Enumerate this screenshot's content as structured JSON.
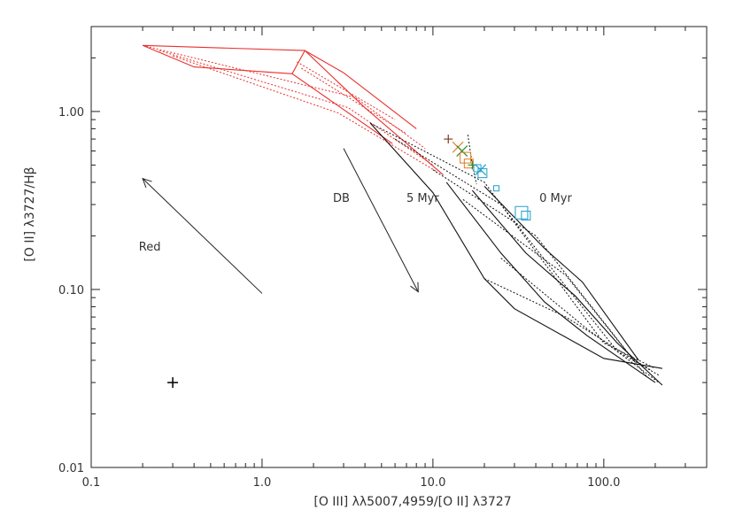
{
  "chart_data": {
    "type": "scatter",
    "xlabel": "[O III] λλ5007,4959/[O II] λ3727",
    "ylabel": "[O II] λ3727/Hβ",
    "xscale": "log",
    "yscale": "log",
    "xlim": [
      0.1,
      400
    ],
    "ylim": [
      0.01,
      3
    ],
    "x_ticks": [
      0.1,
      1.0,
      10.0,
      100.0
    ],
    "x_tick_labels": [
      "0.1",
      "1.0",
      "10.0",
      "100.0"
    ],
    "y_ticks": [
      0.01,
      0.1,
      1.0
    ],
    "y_tick_labels": [
      "0.01",
      "0.10",
      "1.00"
    ],
    "grid": false,
    "annotations": [
      {
        "key": "red",
        "text": "Red",
        "x": 0.19,
        "y": 0.165
      },
      {
        "key": "db",
        "text": "DB",
        "x": 2.6,
        "y": 0.31
      },
      {
        "key": "five_myr",
        "text": "5 Myr",
        "x": 7.0,
        "y": 0.31
      },
      {
        "key": "zero_myr",
        "text": "0 Myr",
        "x": 42,
        "y": 0.31
      }
    ],
    "arrows": [
      {
        "key": "red-vector",
        "from": [
          1.0,
          0.095
        ],
        "to": [
          0.2,
          0.42
        ]
      },
      {
        "key": "db-vector",
        "from": [
          3.0,
          0.62
        ],
        "to": [
          8.2,
          0.097
        ]
      }
    ],
    "error_marker": {
      "x": 0.3,
      "y": 0.03
    },
    "model_grids": [
      {
        "name": "red-grid",
        "color": "#e8302c",
        "solid_tracks": [
          [
            [
              0.2,
              2.35
            ],
            [
              1.78,
              2.2
            ],
            [
              4.0,
              1.05
            ],
            [
              11.5,
              0.44
            ]
          ],
          [
            [
              0.2,
              2.35
            ],
            [
              0.4,
              1.78
            ],
            [
              1.5,
              1.63
            ],
            [
              5.8,
              0.66
            ]
          ],
          [
            [
              1.5,
              1.63
            ],
            [
              1.78,
              2.2
            ],
            [
              3.0,
              1.65
            ],
            [
              8.0,
              0.8
            ]
          ]
        ],
        "dotted_tracks": [
          [
            [
              0.2,
              2.35
            ],
            [
              3.5,
              1.2
            ],
            [
              9.0,
              0.62
            ]
          ],
          [
            [
              0.25,
              2.2
            ],
            [
              3.2,
              1.05
            ],
            [
              10.0,
              0.5
            ]
          ],
          [
            [
              0.3,
              2.05
            ],
            [
              2.8,
              0.98
            ],
            [
              10.5,
              0.46
            ]
          ],
          [
            [
              1.6,
              1.9
            ],
            [
              6.0,
              0.9
            ]
          ],
          [
            [
              1.7,
              1.75
            ],
            [
              7.0,
              0.75
            ]
          ]
        ]
      },
      {
        "name": "black-grid",
        "color": "#111111",
        "solid_tracks": [
          [
            [
              4.3,
              0.86
            ],
            [
              10.0,
              0.35
            ],
            [
              20.0,
              0.115
            ],
            [
              30.0,
              0.078
            ],
            [
              100,
              0.041
            ],
            [
              220,
              0.036
            ]
          ],
          [
            [
              12.0,
              0.4
            ],
            [
              25.0,
              0.16
            ],
            [
              45.0,
              0.085
            ],
            [
              80.0,
              0.055
            ],
            [
              200,
              0.03
            ]
          ],
          [
            [
              17.0,
              0.36
            ],
            [
              35.0,
              0.16
            ],
            [
              68.0,
              0.092
            ],
            [
              120,
              0.05
            ],
            [
              220,
              0.029
            ]
          ],
          [
            [
              20.0,
              0.38
            ],
            [
              45.0,
              0.17
            ],
            [
              75.0,
              0.11
            ],
            [
              160,
              0.04
            ]
          ]
        ],
        "dotted_tracks": [
          [
            [
              4.3,
              0.86
            ],
            [
              20.0,
              0.4
            ],
            [
              100,
              0.05
            ],
            [
              200,
              0.036
            ]
          ],
          [
            [
              6.0,
              0.7
            ],
            [
              25.0,
              0.3
            ],
            [
              120,
              0.045
            ],
            [
              210,
              0.033
            ]
          ],
          [
            [
              10.0,
              0.47
            ],
            [
              40.0,
              0.2
            ],
            [
              150,
              0.04
            ]
          ],
          [
            [
              15.0,
              0.32
            ],
            [
              60.0,
              0.12
            ],
            [
              180,
              0.032
            ]
          ],
          [
            [
              16.0,
              0.74
            ],
            [
              17.0,
              0.5
            ],
            [
              18.0,
              0.39
            ]
          ],
          [
            [
              20.0,
              0.115
            ],
            [
              60.0,
              0.07
            ],
            [
              190,
              0.035
            ]
          ],
          [
            [
              25.0,
              0.15
            ],
            [
              80.0,
              0.06
            ],
            [
              210,
              0.03
            ]
          ]
        ]
      }
    ],
    "data_points": [
      {
        "x": 12.3,
        "y": 0.7,
        "color": "#7a3b1f",
        "marker": "plus",
        "size": 5
      },
      {
        "x": 14.0,
        "y": 0.63,
        "color": "#e07b1a",
        "marker": "x",
        "size": 6
      },
      {
        "x": 14.8,
        "y": 0.6,
        "color": "#2e8b2e",
        "marker": "x",
        "size": 6
      },
      {
        "x": 15.5,
        "y": 0.55,
        "color": "#e07b1a",
        "marker": "square",
        "size": 6
      },
      {
        "x": 16.2,
        "y": 0.51,
        "color": "#e07b1a",
        "marker": "square",
        "size": 5
      },
      {
        "x": 17.0,
        "y": 0.5,
        "color": "#2e8b2e",
        "marker": "plus",
        "size": 5
      },
      {
        "x": 18.2,
        "y": 0.48,
        "color": "#1f9fcc",
        "marker": "square",
        "size": 4
      },
      {
        "x": 19.0,
        "y": 0.47,
        "color": "#1f9fcc",
        "marker": "x",
        "size": 6
      },
      {
        "x": 19.5,
        "y": 0.45,
        "color": "#1f9fcc",
        "marker": "square",
        "size": 5
      },
      {
        "x": 23.5,
        "y": 0.37,
        "color": "#1f9fcc",
        "marker": "square",
        "size": 3
      },
      {
        "x": 33.0,
        "y": 0.27,
        "color": "#1f9fcc",
        "marker": "square",
        "size": 7
      },
      {
        "x": 35.0,
        "y": 0.26,
        "color": "#1f9fcc",
        "marker": "square",
        "size": 5
      }
    ]
  }
}
